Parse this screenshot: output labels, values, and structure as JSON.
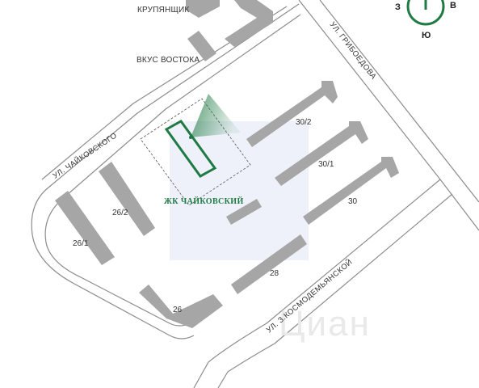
{
  "colors": {
    "background": "#ffffff",
    "building": "#a6a6a6",
    "road_outline": "#8c8c8c",
    "accent_green": "#1f7a44",
    "highlight_area": "#eef1f9"
  },
  "compass": {
    "west": "З",
    "east": "В",
    "south": "Ю"
  },
  "poi": {
    "krupyanshchik": "КРУПЯНЩИК",
    "vkus_vostoka": "ВКУС ВОСТОКА"
  },
  "streets": {
    "griboedova": "УЛ. ГРИБОЕДОВА",
    "chaikovskogo": "УЛ. ЧАЙКОВСКОГО",
    "kosmodemyanskoy": "УЛ. З.КОСМОДЕМЬЯНСКОЙ"
  },
  "complex_label": "ЖК ЧАЙКОВСКИЙ",
  "buildings": {
    "b30_2": "30/2",
    "b30_1": "30/1",
    "b30": "30",
    "b28": "28",
    "b26": "26",
    "b26_2": "26/2",
    "b26_1": "26/1"
  },
  "watermark": "Циан"
}
